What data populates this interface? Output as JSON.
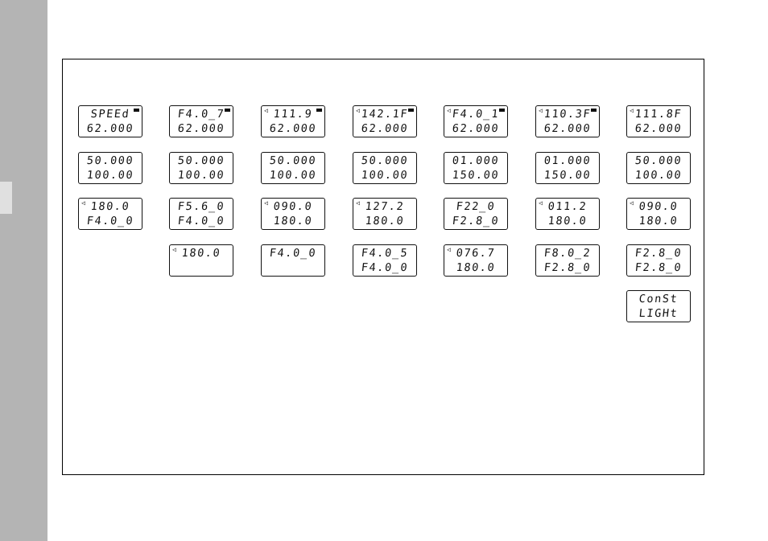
{
  "colors": {
    "sidebar": "#b4b4b4",
    "side_tab": "#e0e0e0",
    "frame": "#000000",
    "lcd_text": "#111111"
  },
  "icons": {
    "arrow": "arrow-left-icon",
    "marker": "battery-marker-icon"
  },
  "displays": [
    [
      {
        "line1": "SPEEd",
        "line2": "62.000",
        "marker": true
      },
      {
        "line1": "50.000",
        "line2": "100.00"
      },
      {
        "line1": "180.0",
        "line2": "F4.0_0",
        "arrow": true
      }
    ],
    [
      {
        "line1": "F4.0_7",
        "line2": "62.000",
        "marker": true
      },
      {
        "line1": "50.000",
        "line2": "100.00"
      },
      {
        "line1": "F5.6_0",
        "line2": "F4.0_0"
      },
      {
        "line1": "180.0",
        "line2": "",
        "arrow": true
      }
    ],
    [
      {
        "line1": "111.9",
        "line2": "62.000",
        "arrow": true,
        "marker": true
      },
      {
        "line1": "50.000",
        "line2": "100.00"
      },
      {
        "line1": "090.0",
        "line2": "180.0",
        "arrow": true
      },
      {
        "line1": "F4.0_0",
        "line2": ""
      }
    ],
    [
      {
        "line1": "142.1F",
        "line2": "62.000",
        "arrow": true,
        "marker": true
      },
      {
        "line1": "50.000",
        "line2": "100.00"
      },
      {
        "line1": "127.2",
        "line2": "180.0",
        "arrow": true
      },
      {
        "line1": "F4.0_5",
        "line2": "F4.0_0"
      }
    ],
    [
      {
        "line1": "F4.0_1",
        "line2": "62.000",
        "arrow": true,
        "marker": true
      },
      {
        "line1": "01.000",
        "line2": "150.00"
      },
      {
        "line1": "F22_0",
        "line2": "F2.8_0"
      },
      {
        "line1": "076.7",
        "line2": "180.0",
        "arrow": true
      }
    ],
    [
      {
        "line1": "110.3F",
        "line2": "62.000",
        "arrow": true,
        "marker": true
      },
      {
        "line1": "01.000",
        "line2": "150.00"
      },
      {
        "line1": "011.2",
        "line2": "180.0",
        "arrow": true
      },
      {
        "line1": "F8.0_2",
        "line2": "F2.8_0"
      }
    ],
    [
      {
        "line1": "111.8F",
        "line2": "62.000",
        "arrow": true
      },
      {
        "line1": "50.000",
        "line2": "100.00"
      },
      {
        "line1": "090.0",
        "line2": "180.0",
        "arrow": true
      },
      {
        "line1": "F2.8_0",
        "line2": "F2.8_0"
      },
      {
        "line1": "ConSt",
        "line2": "LIGHt"
      }
    ]
  ]
}
